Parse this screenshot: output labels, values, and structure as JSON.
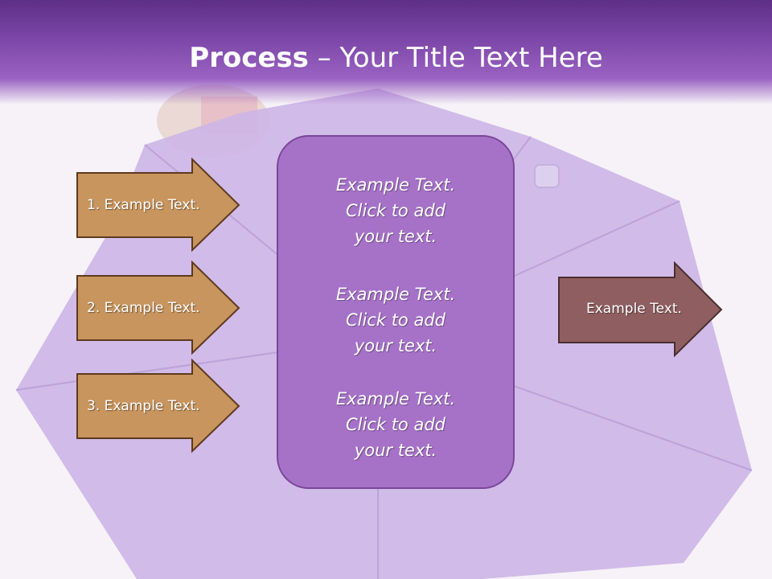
{
  "title": {
    "bold": "Process",
    "rest": " – Your Title Text Here"
  },
  "background": {
    "umbrella_color": "#cdb5e6",
    "header_color": "#7a45a6"
  },
  "left_arrows": [
    {
      "label": "1. Example Text.",
      "fill": "#c8955e"
    },
    {
      "label": "2. Example Text.",
      "fill": "#c8955e"
    },
    {
      "label": "3. Example Text.",
      "fill": "#c8955e"
    }
  ],
  "center_box": {
    "fill": "#a672c8",
    "items": [
      "Example Text.\nClick  to add\nyour text.",
      "Example Text.\nClick  to add\nyour text.",
      "Example Text.\nClick  to add\nyour text."
    ]
  },
  "right_arrow": {
    "label": "Example Text.",
    "fill": "#8f5e60"
  }
}
